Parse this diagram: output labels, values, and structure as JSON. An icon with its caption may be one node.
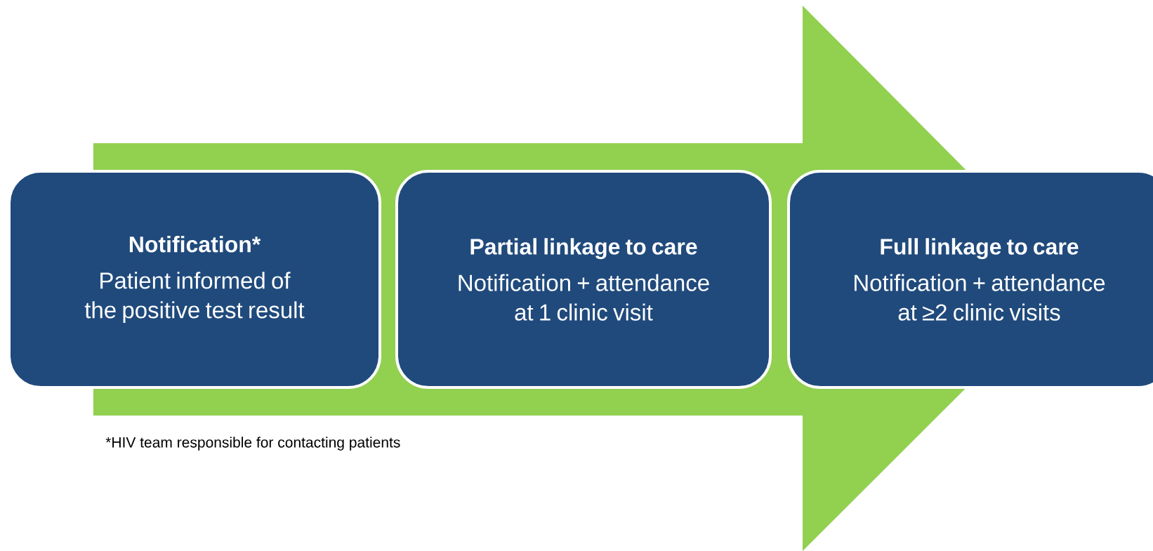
{
  "diagram": {
    "nodes": [
      {
        "text": [
          "Notification*",
          "Patient informed of the positive test result"
        ]
      },
      {
        "text": [
          "Partial linkage to care",
          "Notification + attendance at 1 clinic visit"
        ]
      },
      {
        "text": [
          "Full linkage to care",
          "Notification + attendance at ≥2 clinic visits"
        ]
      }
    ],
    "edges": [
      {
        "from": 0,
        "to": 2,
        "arrow": "to"
      }
    ],
    "labels": [
      "*HIV team responsible for contacting patients"
    ]
  }
}
